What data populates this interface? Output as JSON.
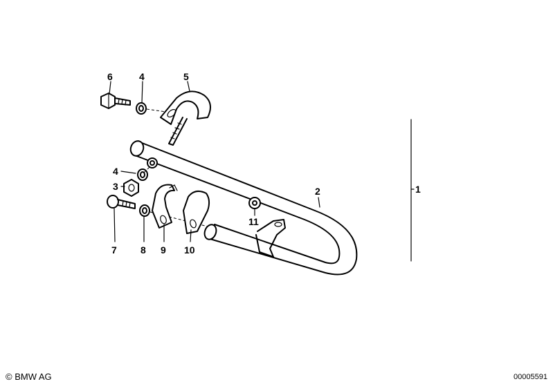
{
  "callouts": [
    {
      "id": "c6",
      "label": "6"
    },
    {
      "id": "c4a",
      "label": "4"
    },
    {
      "id": "c5",
      "label": "5"
    },
    {
      "id": "c4b",
      "label": "4"
    },
    {
      "id": "c3",
      "label": "3"
    },
    {
      "id": "c7",
      "label": "7"
    },
    {
      "id": "c8",
      "label": "8"
    },
    {
      "id": "c9",
      "label": "9"
    },
    {
      "id": "c10",
      "label": "10"
    },
    {
      "id": "c11",
      "label": "11"
    },
    {
      "id": "c2",
      "label": "2"
    },
    {
      "id": "c1",
      "label": "1"
    }
  ],
  "footer": {
    "copyright": "© BMW AG",
    "diagram_number": "00005591"
  }
}
